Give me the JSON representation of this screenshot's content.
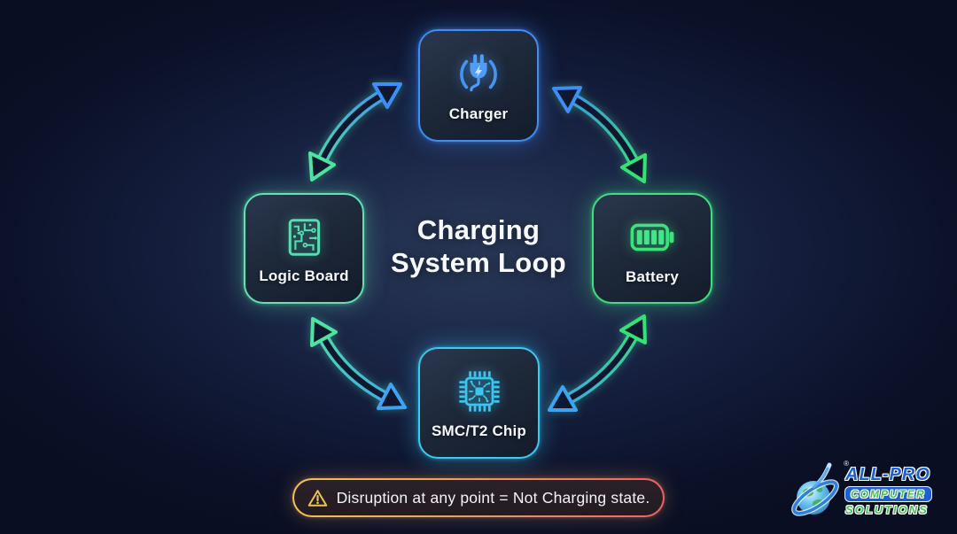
{
  "diagram_title": {
    "line1": "Charging",
    "line2": "System Loop"
  },
  "nodes": {
    "charger": {
      "label": "Charger",
      "icon": "power-plug-charging-icon",
      "accent_color": "#3f8ef7"
    },
    "battery": {
      "label": "Battery",
      "icon": "battery-level-icon",
      "accent_color": "#3ee07f"
    },
    "smc_chip": {
      "label": "SMC/T2 Chip",
      "icon": "processor-chip-icon",
      "accent_color": "#3cc9f2"
    },
    "logic_board": {
      "label": "Logic Board",
      "icon": "circuit-board-icon",
      "accent_color": "#5fe3b2"
    }
  },
  "arrows": {
    "style": "four bidirectional curved double-headed arrows forming a loop",
    "blue": "#3f8ef7",
    "green": "#35e273",
    "mint": "#4fe3a1",
    "cyan_blue": "#3fa3f2"
  },
  "warning_banner": {
    "icon": "warning-triangle-icon",
    "text": "Disruption at any point = Not Charging state.",
    "border_gradient_start": "#f3c44c",
    "border_gradient_end": "#ef6160"
  },
  "logo": {
    "icon": "globe-swoosh-logo",
    "registered_mark": "®",
    "line1": "ALL-PRO",
    "line2": "COMPUTER",
    "line3": "SOLUTIONS"
  }
}
